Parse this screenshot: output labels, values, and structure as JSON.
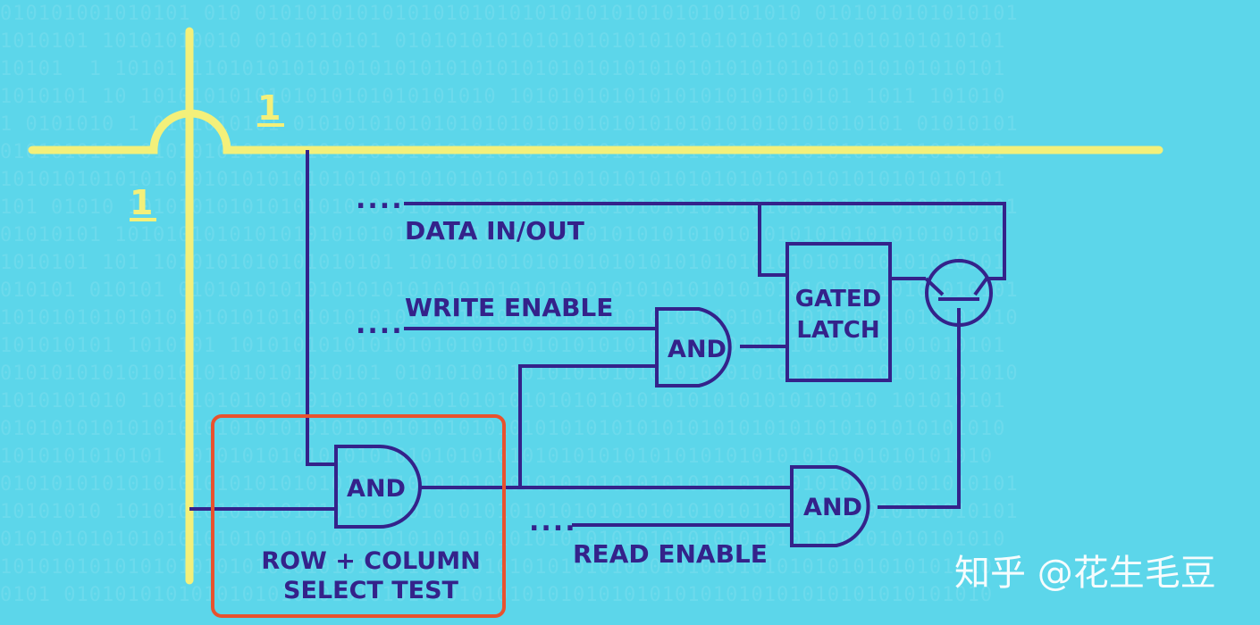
{
  "background": {
    "color": "#5cd6ea",
    "pattern_rows": [
      "010101001010101 010 0101010101010101010101010101010101010101010 0101010101010101",
      "1010101 10101010010 0101010101 010101010101010101010101010101010101010101010101",
      "10101  1 10101 1101010101010101010101010101010101010101010101010101010101010101",
      "1010101 10 1010101010101010101010101010 101010101010101010101010101 1011 101010",
      "1 0101010 1 0101010101 010101010101010101010101010101010101010101010101 01010101",
      "0101010101 01010101010101010101010101010101010101010101010101010101010101010101",
      "1010101010101010101010101010101010101010101010101010101010101010101010101010101",
      "101 01010 10101010101010101010101010101010101010101010101010101010101 0101010101",
      "01010101 1010101010101010101010101010101010101010101010101010101010101010101010",
      "1010101 101 1010101010101010101 10101010101010101010101010101010101010101010101",
      "010101 010101 010101010101010101010101010101010101010101010101010101010101010101",
      "10101010101010101010101010101010101010101010101010101010101010101010101010101010",
      "101010101 1010101 1010101010101010101010101010101010101010101010101010101010101",
      "010101010101010101010101010101 0101010101010101010101010101010101010101010101010",
      "1010101010 1010101010101010101010101010101010101010101010101010101010 101010101",
      "0101010101010101010101010101010101010101010101010101010101010101010101010101010",
      "1010101010101 1010101010101010101010101010101010101010101010101010101010101010",
      "01010101010101010101010101010101010101010101010101010101010101010101010101010101",
      "10101010 10101010101010101010101010101010101010101010101010101010101010101010101",
      "0101010101010101010101010101010101010101010101010101010101010101010101010101010",
      "1010101010101010101010101010101010101010101010101010101010101010101010101010101",
      "0101 0101010101010101010101010101010101010101010101010101010101010101010101010"
    ]
  },
  "colors": {
    "wire": "#34228a",
    "bus": "#f3f07a",
    "highlight": "#e8522e",
    "watermark": "#ffffff"
  },
  "bus": {
    "row_value": "1",
    "column_value": "1"
  },
  "inputs": {
    "data": {
      "dots": "....",
      "label": "DATA IN/OUT"
    },
    "write": {
      "dots": "....",
      "label": "WRITE ENABLE"
    },
    "read": {
      "dots": "....",
      "label": "READ ENABLE"
    }
  },
  "gates": {
    "select_and": "AND",
    "write_and": "AND",
    "read_and": "AND",
    "latch_line1": "GATED",
    "latch_line2": "LATCH"
  },
  "highlight": {
    "label_line1": "ROW + COLUMN",
    "label_line2": "SELECT TEST"
  },
  "icons": {
    "transistor": "transistor-icon",
    "bus_crossover": "wire-hop-icon"
  },
  "watermark": "知乎 @花生毛豆"
}
